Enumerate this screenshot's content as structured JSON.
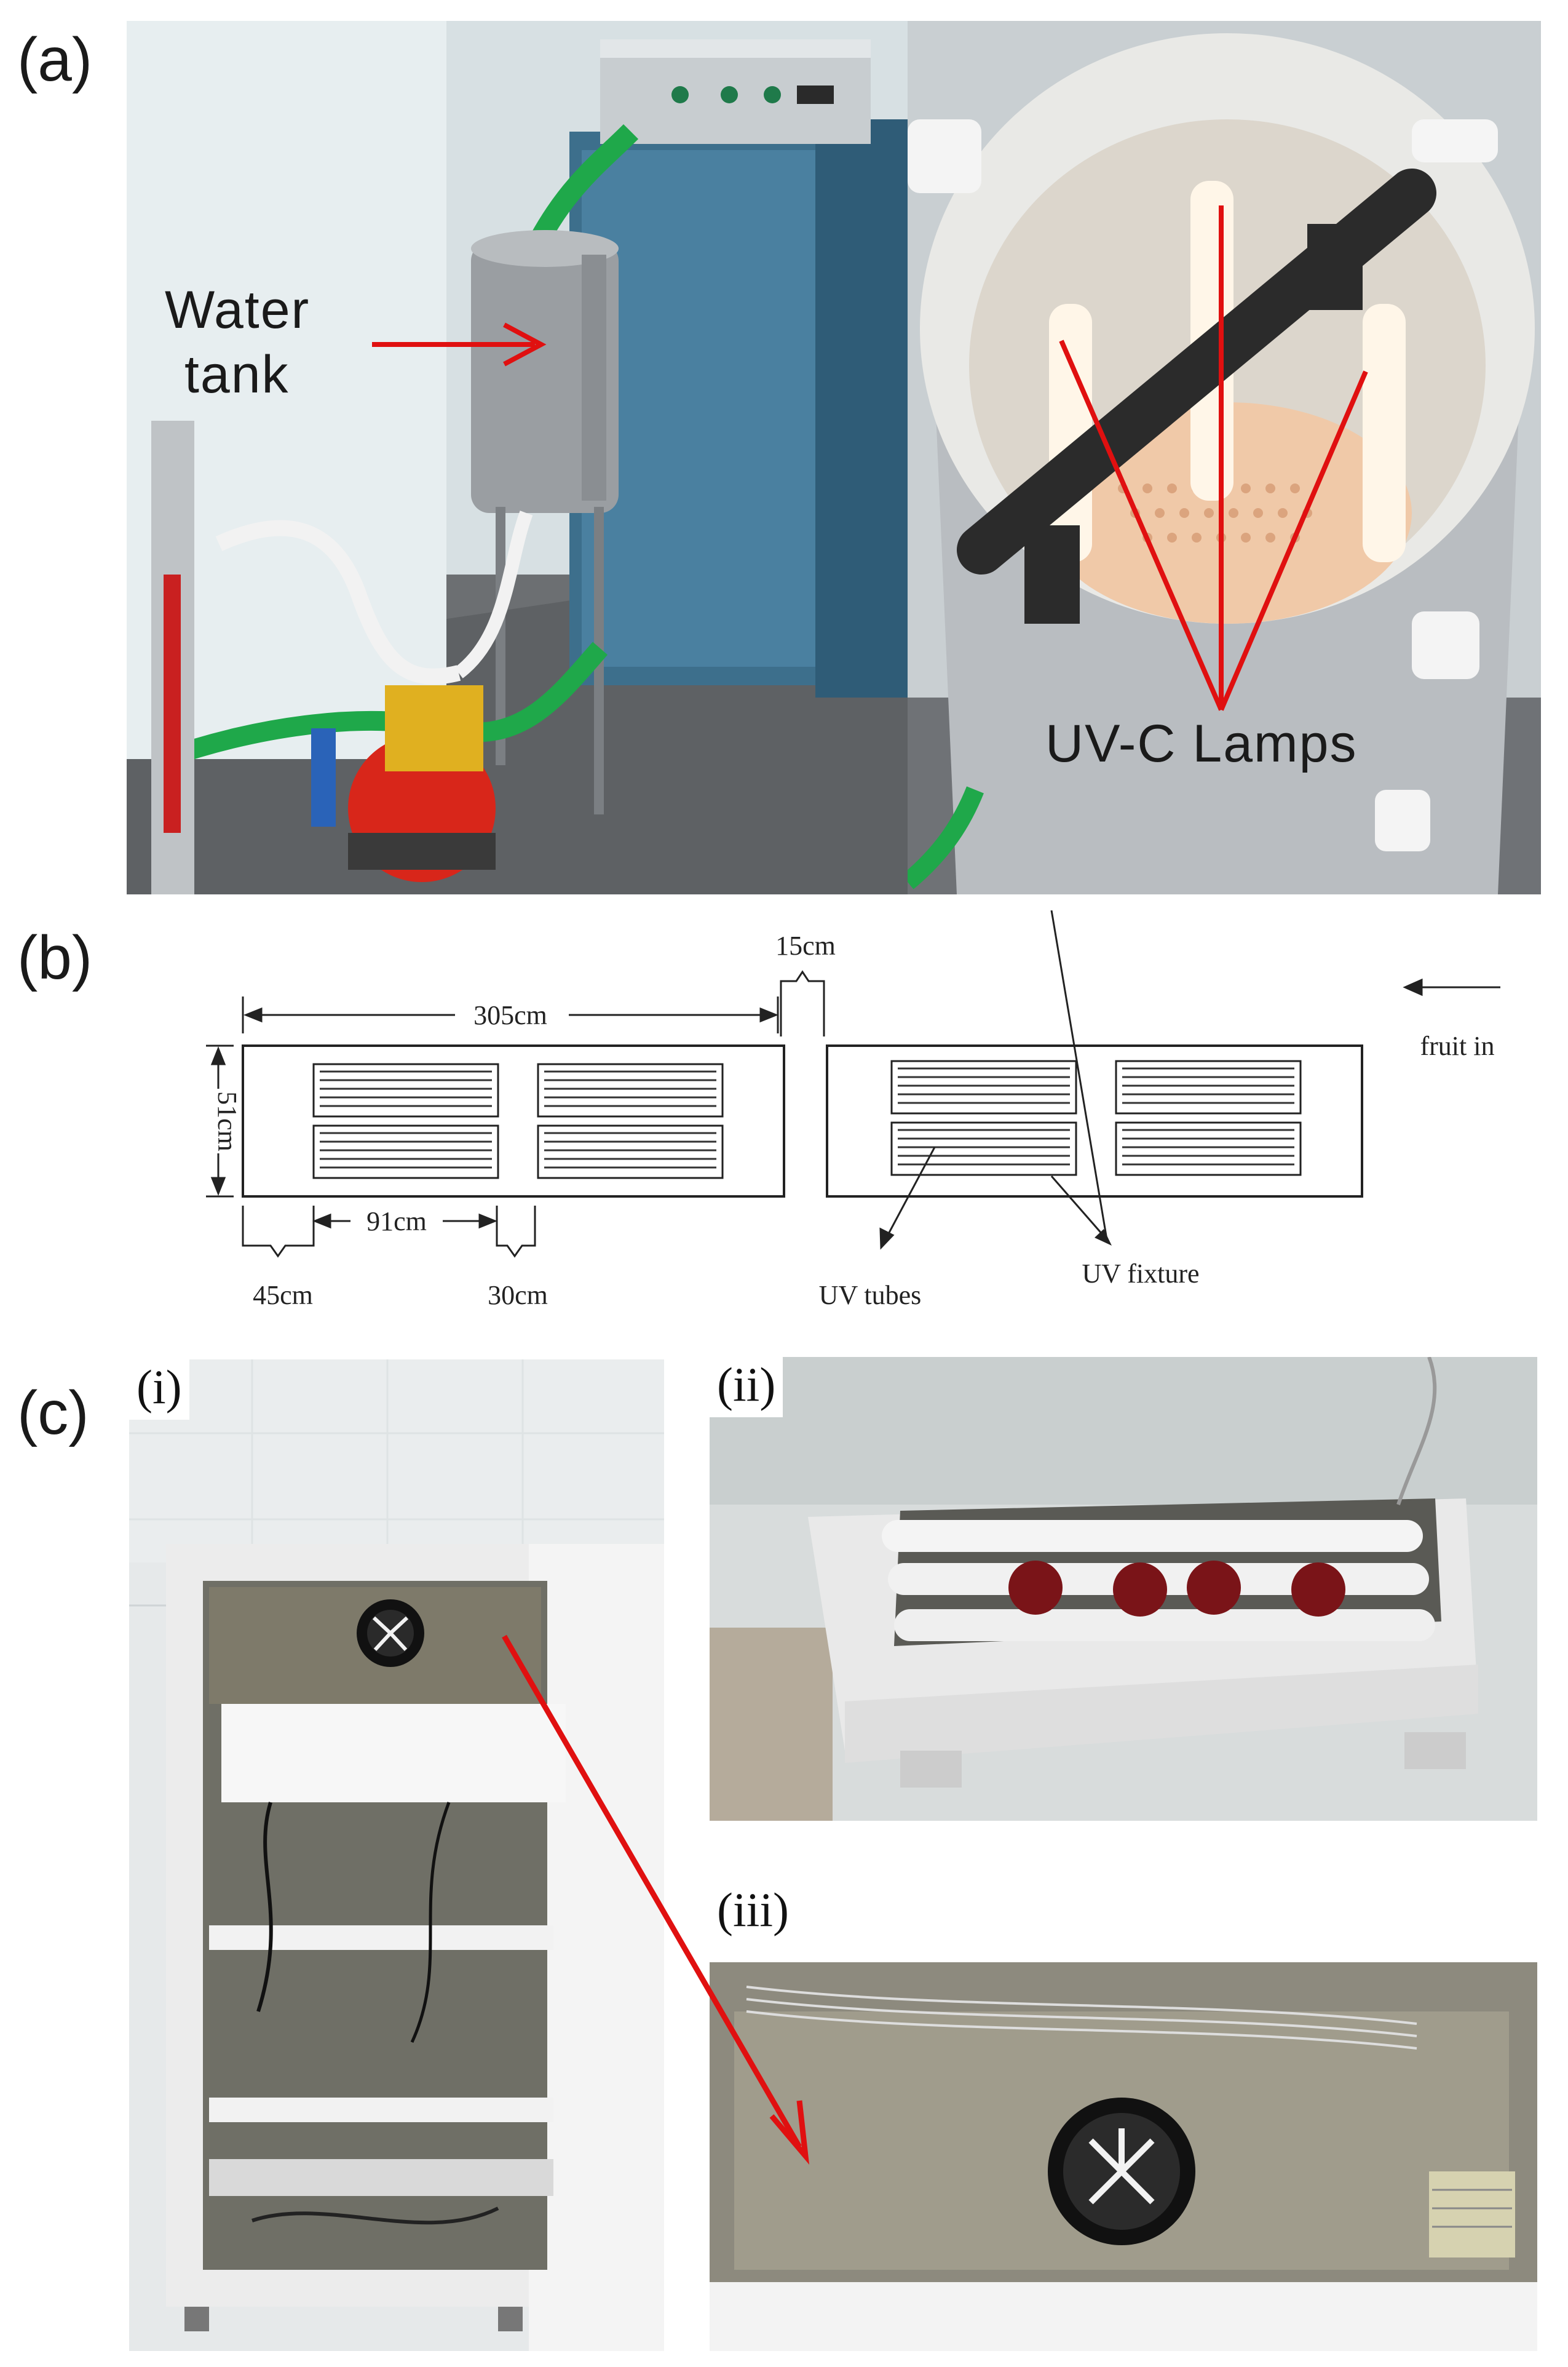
{
  "panels": {
    "a": {
      "letter": "(a)",
      "water_tank_line1": "Water",
      "water_tank_line2": "tank",
      "uv_lamps": "UV-C Lamps"
    },
    "b": {
      "letter": "(b)",
      "dim_15": "15cm",
      "dim_305": "305cm",
      "dim_51": "51cm",
      "dim_91": "91cm",
      "dim_45": "45cm",
      "dim_30": "30cm",
      "fruit_in": "fruit in",
      "uv_tubes": "UV tubes",
      "uv_fixture": "UV fixture"
    },
    "c": {
      "letter": "(c)",
      "sub_i": "(i)",
      "sub_ii": "(ii)",
      "sub_iii": "(iii)"
    }
  },
  "colors": {
    "annotation_red": "#e01010",
    "wall": "#dfe6e8",
    "cabinet_blue": "#3d6f8c",
    "tank_grey": "#9a9ea2",
    "hose_green": "#1fa84a",
    "pump_red": "#d8261a",
    "cabinet_white": "#ececec",
    "fruit_red": "#7a1418"
  }
}
